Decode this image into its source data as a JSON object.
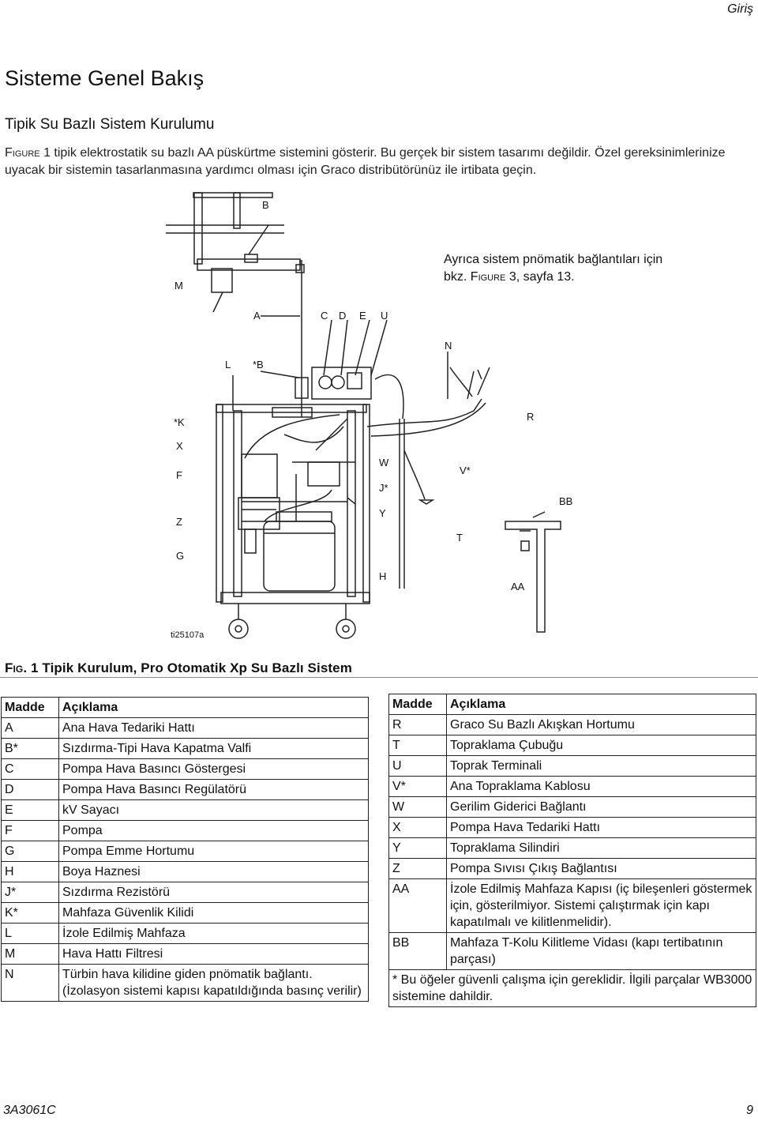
{
  "header": {
    "section": "Giriş"
  },
  "title": "Sisteme Genel Bakış",
  "subtitle": "Tipik Su Bazlı Sistem Kurulumu",
  "intro": {
    "fig_word": "Figure",
    "text": " 1 tipik elektrostatik su bazlı AA püskürtme sistemini gösterir. Bu gerçek bir sistem tasarımı değildir. Özel gereksinimlerinize uyacak bir sistemin tasarlanmasına yardımcı olması için Graco distribütörünüz ile irtibata geçin."
  },
  "figure": {
    "note_line1": "Ayrıca sistem pnömatik bağlantıları için",
    "note_prefix": "bkz. ",
    "note_fig": "Figure",
    "note_suffix": " 3, sayfa 13.",
    "ref": "ti25107a",
    "labels": {
      "B_top": "B",
      "M": "M",
      "A": "A",
      "C": "C",
      "D": "D",
      "E": "E",
      "U": "U",
      "N": "N",
      "L": "L",
      "Bstar": "*B",
      "Kstar": "*K",
      "R": "R",
      "X": "X",
      "W": "W",
      "F": "F",
      "Vstar": "V*",
      "Jstar": "J*",
      "BB": "BB",
      "Z": "Z",
      "Y": "Y",
      "T": "T",
      "G": "G",
      "H": "H",
      "AA": "AA"
    }
  },
  "fig_caption": {
    "prefix": "Fig.",
    "text": " 1 Tipik Kurulum, Pro Otomatik Xp Su Bazlı Sistem"
  },
  "table_left": {
    "headers": [
      "Madde",
      "Açıklama"
    ],
    "rows": [
      [
        "A",
        "Ana Hava Tedariki Hattı"
      ],
      [
        "B*",
        "Sızdırma-Tipi Hava Kapatma Valfi"
      ],
      [
        "C",
        "Pompa Hava Basıncı Göstergesi"
      ],
      [
        "D",
        "Pompa Hava Basıncı Regülatörü"
      ],
      [
        "E",
        "kV Sayacı"
      ],
      [
        "F",
        "Pompa"
      ],
      [
        "G",
        "Pompa Emme Hortumu"
      ],
      [
        "H",
        "Boya Haznesi"
      ],
      [
        "J*",
        "Sızdırma Rezistörü"
      ],
      [
        "K*",
        "Mahfaza Güvenlik Kilidi"
      ],
      [
        "L",
        "İzole Edilmiş Mahfaza"
      ],
      [
        "M",
        "Hava Hattı Filtresi"
      ],
      [
        "N",
        "Türbin hava kilidine giden pnömatik bağlantı. (İzolasyon sistemi kapısı kapatıldığında basınç verilir)"
      ]
    ]
  },
  "table_right": {
    "headers": [
      "Madde",
      "Açıklama"
    ],
    "rows": [
      [
        "R",
        "Graco Su Bazlı Akışkan Hortumu"
      ],
      [
        "T",
        "Topraklama Çubuğu"
      ],
      [
        "U",
        "Toprak Terminali"
      ],
      [
        "V*",
        "Ana Topraklama Kablosu"
      ],
      [
        "W",
        "Gerilim Giderici Bağlantı"
      ],
      [
        "X",
        "Pompa Hava Tedariki Hattı"
      ],
      [
        "Y",
        "Topraklama Silindiri"
      ],
      [
        "Z",
        "Pompa Sıvısı Çıkış Bağlantısı"
      ],
      [
        "AA",
        "İzole Edilmiş Mahfaza Kapısı (iç bileşenleri göstermek için, gösterilmiyor. Sistemi çalıştırmak için kapı kapatılmalı ve kilitlenmelidir)."
      ],
      [
        "BB",
        "Mahfaza T-Kolu Kilitleme Vidası (kapı tertibatının parçası)"
      ]
    ],
    "footnote": "* Bu öğeler güvenli çalışma için gereklidir. İlgili parçalar WB3000 sistemine dahildir."
  },
  "footer": {
    "doc": "3A3061C",
    "page": "9"
  }
}
